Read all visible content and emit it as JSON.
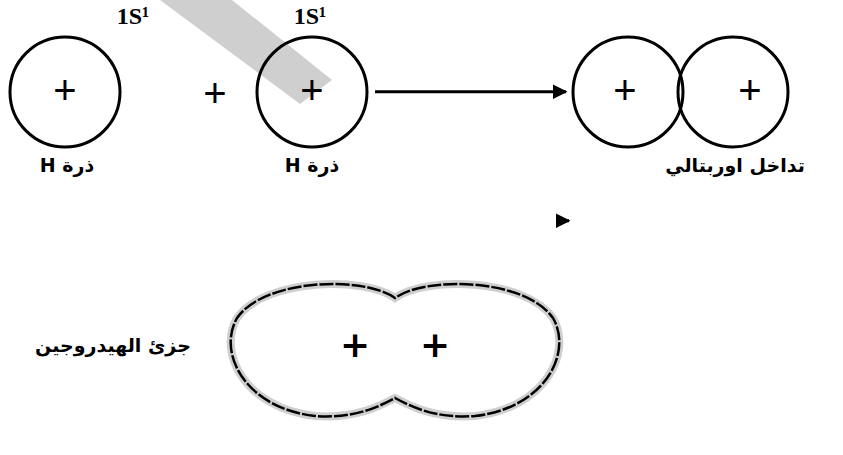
{
  "diagram": {
    "nodes": [
      {
        "text": [
          "1S¹",
          "+",
          "ذرة H"
        ]
      },
      {
        "text": [
          "1S¹",
          "+",
          "ذرة H"
        ]
      },
      {
        "text": [
          "+",
          "+",
          "تداخل اوربتالي"
        ]
      },
      {
        "text": [
          "+",
          "+",
          "جزئ الهيدروجين"
        ]
      }
    ],
    "edges": [
      {
        "from": 1,
        "to": 2,
        "arrow": "to"
      },
      {
        "from": 2,
        "to": 3,
        "arrow": "to"
      }
    ],
    "labels": [
      "+"
    ]
  }
}
